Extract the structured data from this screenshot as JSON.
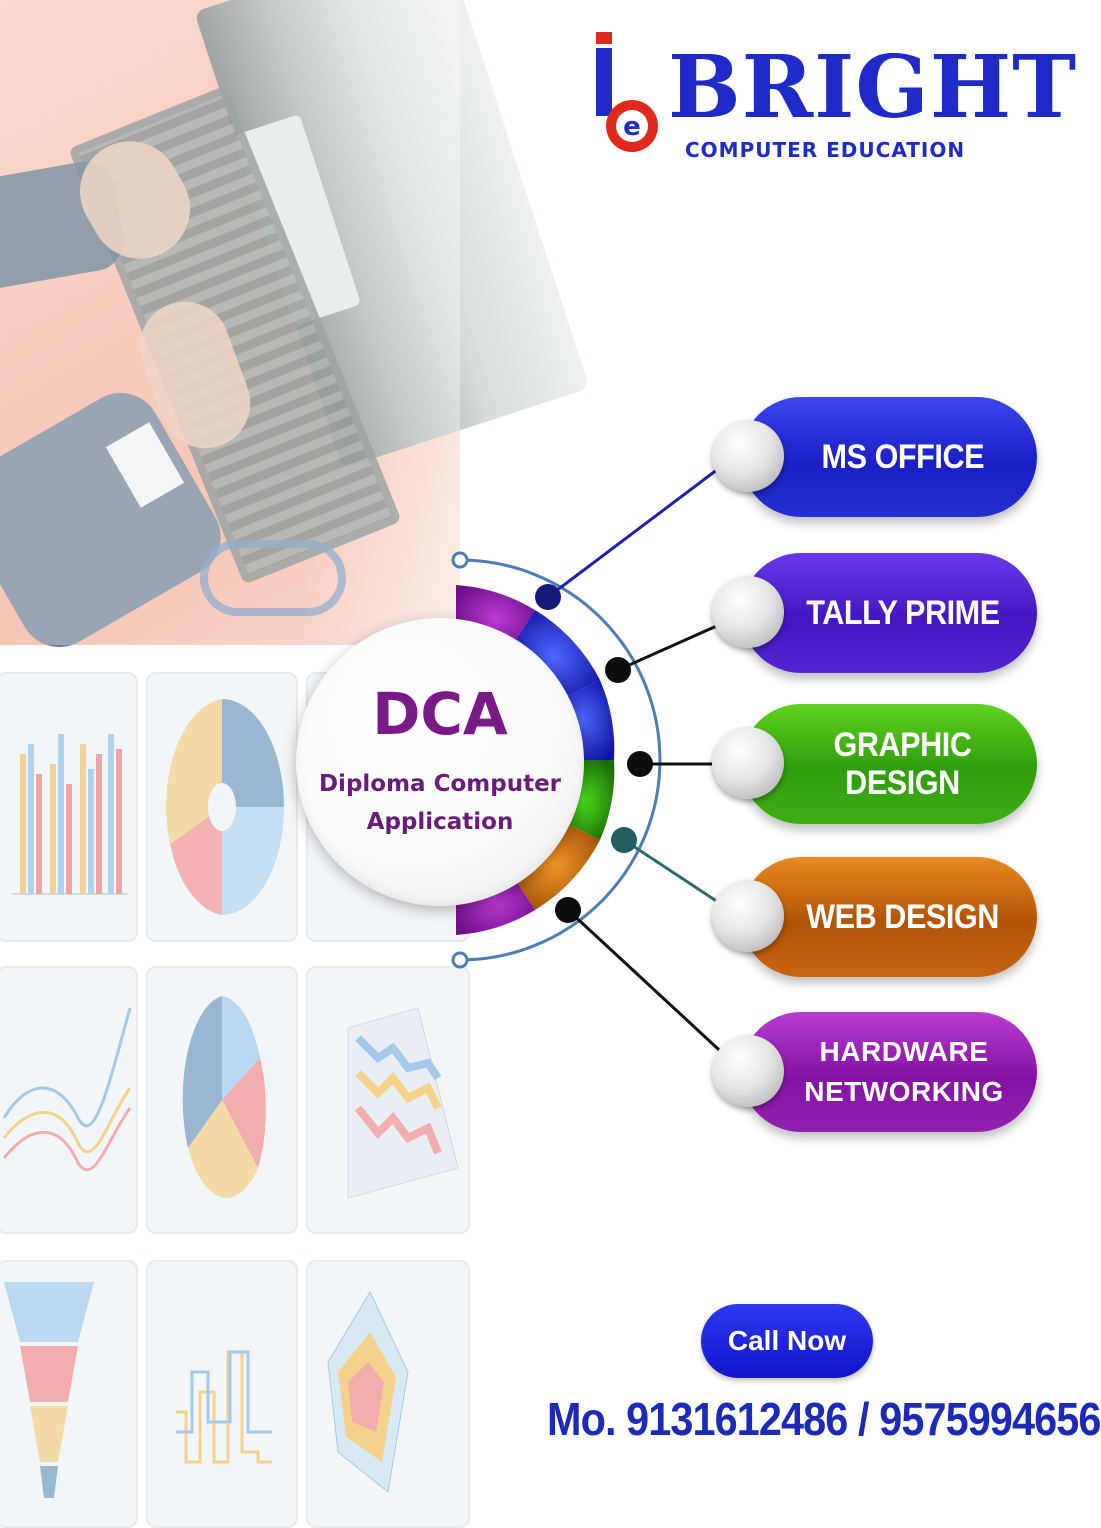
{
  "brand": {
    "name": "BRIGHT",
    "tagline": "COMPUTER EDUCATION",
    "color": "#1f2bc9",
    "logo_icon": "be-monogram-icon"
  },
  "hub": {
    "title": "DCA",
    "subtitle_line1": "Diploma Computer",
    "subtitle_line2": "Application",
    "title_color": "#7a1a86"
  },
  "courses": [
    {
      "label": "MS OFFICE",
      "color": "#2230d0"
    },
    {
      "label": "TALLY PRIME",
      "color": "#5325d0"
    },
    {
      "label": "GRAPHIC DESIGN",
      "color": "#3fae15"
    },
    {
      "label": "WEB DESIGN",
      "color": "#c66410"
    },
    {
      "label_line1": "HARDWARE",
      "label_line2": "NETWORKING",
      "color": "#9321b0"
    }
  ],
  "contact": {
    "call_label": "Call Now",
    "phone_text": "Mo. 9131612486 / 9575994656",
    "color": "#1d2ab8"
  },
  "decor": {
    "photo": "hands-typing-on-keyboard-photo",
    "chart_tiles": [
      "bar-chart-icon",
      "donut-chart-icon",
      "bar-chart-icon",
      "line-chart-icon",
      "pie-chart-icon",
      "3d-line-chart-icon",
      "funnel-chart-icon",
      "step-chart-icon",
      "radar-chart-icon"
    ]
  }
}
